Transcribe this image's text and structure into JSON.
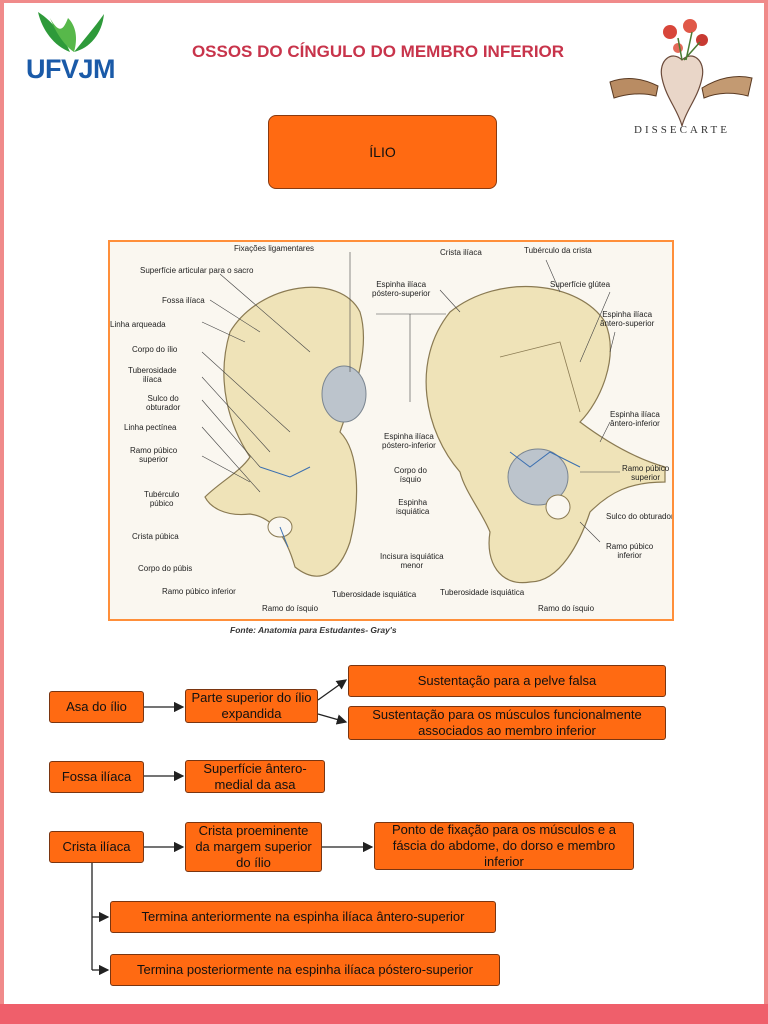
{
  "header": {
    "logo_text": "UFVJM",
    "title": "OSSOS DO CÍNGULO DO MEMBRO INFERIOR",
    "brand_text": "DISSECARTE"
  },
  "section": {
    "title": "ÍLIO"
  },
  "figure": {
    "left_labels": [
      "Fixações ligamentares",
      "Superfície articular para o sacro",
      "Fossa ilíaca",
      "Linha arqueada",
      "Corpo do ílio",
      "Tuberosidade\nilíaca",
      "Sulco do\nobturador",
      "Linha pectínea",
      "Ramo púbico\nsuperior",
      "Tubérculo\npúbico",
      "Crista púbica",
      "Corpo do púbis",
      "Ramo púbico inferior",
      "Ramo do ísquio",
      "Tuberosidade isquiática"
    ],
    "middle_labels": [
      "Espinha ilíaca\npóstero-superior",
      "Espinha ilíaca\npóstero-inferior",
      "Corpo do\nísquio",
      "Espinha\nisquiática",
      "Incisura isquiática\nmenor"
    ],
    "right_labels": [
      "Crista ilíaca",
      "Tubérculo da crista",
      "Superfície glútea",
      "Espinha ilíaca\nântero-superior",
      "Espinha ilíaca\nântero-inferior",
      "Ramo púbico\nsuperior",
      "Sulco do obturador",
      "Ramo púbico\ninferior",
      "Tuberosidade isquiática",
      "Ramo do ísquio"
    ],
    "caption": "Fonte: Anatomia para Estudantes- Gray's"
  },
  "diagram": {
    "asa": {
      "label": "Asa do ílio",
      "mid": "Parte superior do ílio expandida",
      "out1": "Sustentação para a pelve falsa",
      "out2": "Sustentação para os músculos funcionalmente associados ao membro inferior"
    },
    "fossa": {
      "label": "Fossa ilíaca",
      "mid": "Superfície ântero-medial da asa"
    },
    "crista": {
      "label": "Crista ilíaca",
      "mid": "Crista proeminente da margem superior do ílio",
      "out": "Ponto de fixação para os músculos e a fáscia do abdome, do dorso e membro inferior",
      "branch1": "Termina anteriormente na espinha ilíaca ântero-superior",
      "branch2": "Termina posteriormente na espinha ilíaca póstero-superior"
    }
  },
  "colors": {
    "accent": "#ff6a12",
    "title": "#c8344b",
    "frame": "#ef5f6b",
    "logo_blue": "#1a5aa8",
    "logo_green": "#2e9a3a"
  }
}
